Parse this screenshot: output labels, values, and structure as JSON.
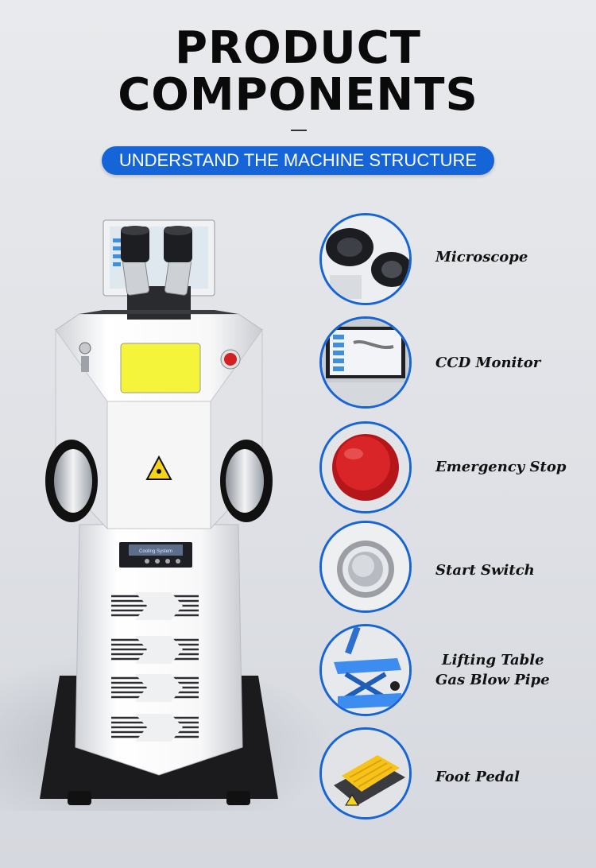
{
  "header": {
    "title_line1": "PRODUCT",
    "title_line2": "COMPONENTS",
    "subtitle": "UNDERSTAND THE MACHINE STRUCTURE"
  },
  "colors": {
    "accent": "#1565d8",
    "screen_yellow": "#f4f43a",
    "emergency_red": "#d32020",
    "pedal_yellow": "#f7c21a"
  },
  "machine": {
    "panel_text": "Cooling System"
  },
  "components": [
    {
      "label": "Microscope",
      "icon": "microscope-icon"
    },
    {
      "label": "CCD Monitor",
      "icon": "monitor-icon"
    },
    {
      "label": "Emergency Stop",
      "icon": "emergency-stop-icon"
    },
    {
      "label": "Start Switch",
      "icon": "start-switch-icon"
    },
    {
      "label": "Lifting Table",
      "label2": "Gas Blow Pipe",
      "icon": "lifting-table-icon"
    },
    {
      "label": "Foot Pedal",
      "icon": "foot-pedal-icon"
    }
  ]
}
